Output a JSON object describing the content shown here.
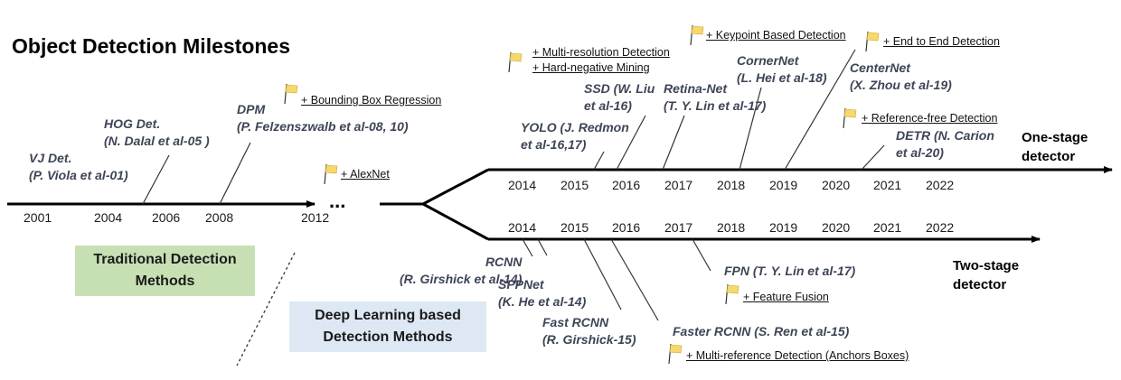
{
  "title": "Object Detection Milestones",
  "colors": {
    "line": "#000000",
    "milestone_text": "#3d4556",
    "flag_fill": "#f7d96b",
    "flag_edge": "#c9a533",
    "traditional_box": "#c6e0b4",
    "deep_box": "#dde8f4"
  },
  "icons": {
    "flag": "yellow-flag-icon",
    "ellipsis": "ellipsis"
  },
  "boxes": {
    "traditional": "Traditional Detection\nMethods",
    "deep": "Deep Learning based\nDetection Methods"
  },
  "timeline_traditional": {
    "years": [
      "2001",
      "2004",
      "2006",
      "2008",
      "2012"
    ],
    "ellipsis": "..."
  },
  "tracks": {
    "one_stage": {
      "label": "One-stage\ndetector",
      "years": [
        "2014",
        "2015",
        "2016",
        "2017",
        "2018",
        "2019",
        "2020",
        "2021",
        "2022"
      ]
    },
    "two_stage": {
      "label": "Two-stage\ndetector",
      "years": [
        "2014",
        "2015",
        "2016",
        "2017",
        "2018",
        "2019",
        "2020",
        "2021",
        "2022"
      ]
    }
  },
  "milestones": {
    "vj": "VJ Det.\n(P. Viola et al-01)",
    "hog": "HOG Det.\n(N. Dalal et al-05 )",
    "dpm": "DPM\n(P. Felzenszwalb et al-08, 10)",
    "yolo": "YOLO (J. Redmon\net al-16,17)",
    "ssd": "SSD (W. Liu\net al-16)",
    "retinanet": "Retina-Net\n(T. Y. Lin et al-17)",
    "cornernet": "CornerNet\n(L. Hei et al-18)",
    "centernet": "CenterNet\n(X. Zhou et al-19)",
    "detr": "DETR (N. Carion\net al-20)",
    "rcnn": "RCNN\n(R. Girshick et al-14)",
    "sppnet": "SPPNet\n(K. He et al-14)",
    "fast_rcnn": "Fast RCNN\n(R. Girshick-15)",
    "faster_rcnn": "Faster RCNN (S. Ren et al-15)",
    "fpn": "FPN (T. Y. Lin et al-17)"
  },
  "features": {
    "bbox_regression": "+ Bounding Box Regression",
    "alexnet": "+ AlexNet",
    "multi_resolution": "+ Multi-resolution Detection",
    "hard_negative": "+ Hard-negative Mining",
    "keypoint": "+ Keypoint Based Detection",
    "end_to_end": "+ End to End Detection",
    "reference_free": "+ Reference-free Detection",
    "feature_fusion": "+ Feature Fusion",
    "multi_reference": "+ Multi-reference Detection (Anchors Boxes)"
  }
}
